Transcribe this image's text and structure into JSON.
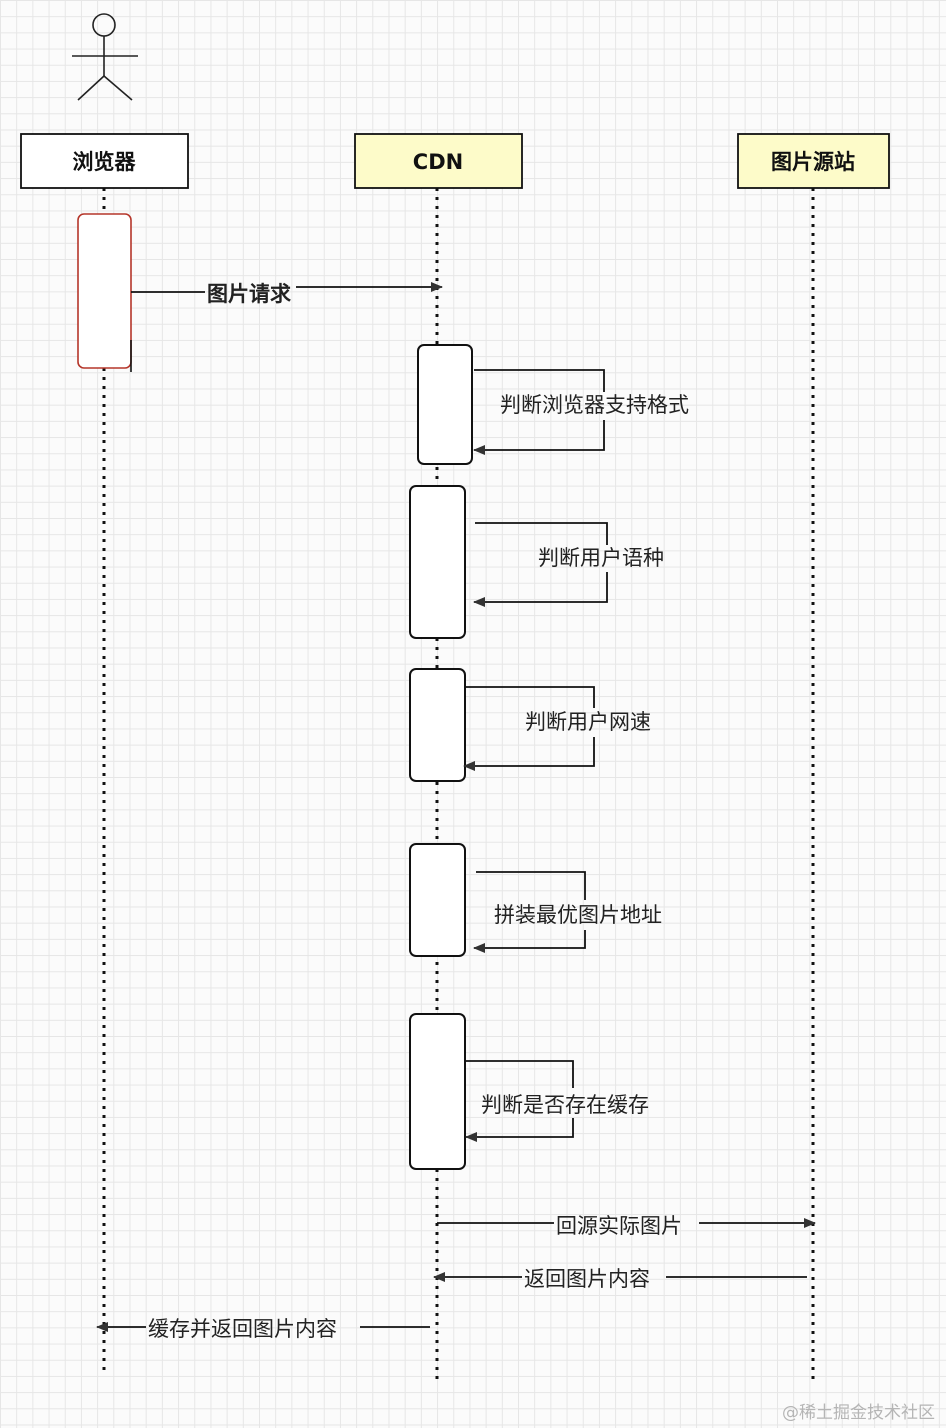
{
  "participants": {
    "browser": "浏览器",
    "cdn": "CDN",
    "origin": "图片源站"
  },
  "messages": {
    "image_request": "图片请求",
    "check_format": "判断浏览器支持格式",
    "check_language": "判断用户语种",
    "check_network": "判断用户网速",
    "assemble_url": "拼装最优图片地址",
    "check_cache": "判断是否存在缓存",
    "fetch_origin": "回源实际图片",
    "return_content": "返回图片内容",
    "cache_and_return": "缓存并返回图片内容"
  },
  "watermark": "@稀土掘金技术社区",
  "colors": {
    "plain_box": "#ffffff",
    "highlight_box": "#fdfbc9",
    "activation_red": "#b5362a",
    "line": "#111111"
  }
}
